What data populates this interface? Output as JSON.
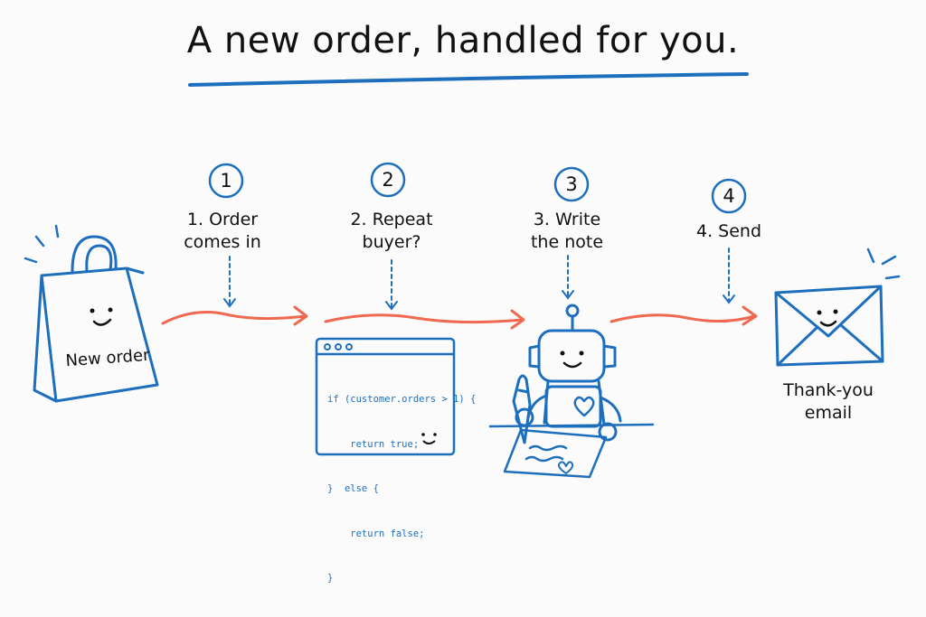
{
  "title": "A new order, handled for you.",
  "steps": [
    {
      "number": "1",
      "label_line1": "1. Order",
      "label_line2": "comes in"
    },
    {
      "number": "2",
      "label_line1": "2. Repeat",
      "label_line2": "buyer?"
    },
    {
      "number": "3",
      "label_line1": "3. Write",
      "label_line2": "the note"
    },
    {
      "number": "4",
      "label_line1": "4. Send",
      "label_line2": ""
    }
  ],
  "bag_label": "New order",
  "envelope_label_line1": "Thank-you",
  "envelope_label_line2": "email",
  "code_lines": [
    "if (customer.orders > 1) {",
    "    return true;",
    "}  else {",
    "    return false;",
    "}"
  ],
  "colors": {
    "ink_blue": "#1d6fbd",
    "arrow_red": "#f0684f",
    "text": "#111111"
  }
}
